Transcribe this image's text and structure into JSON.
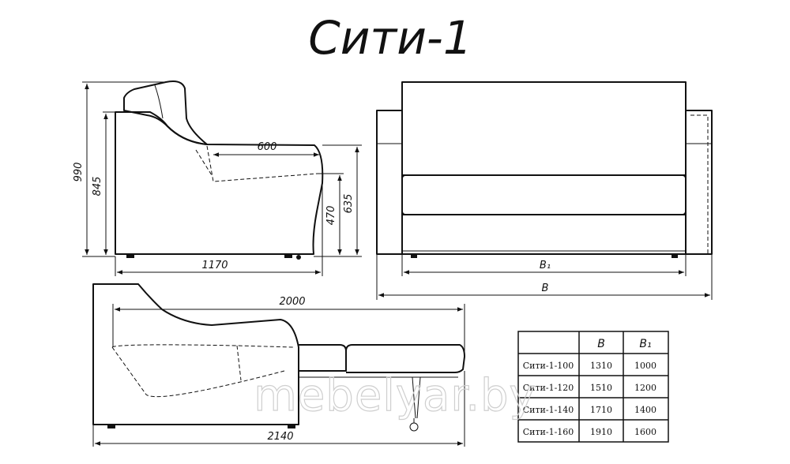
{
  "title": "Сити-1",
  "watermark": "mebelyar.by",
  "dimensions": {
    "side_height_total": "990",
    "side_height_back": "845",
    "seat_depth": "600",
    "seat_height": "470",
    "arm_height": "635",
    "side_depth": "1170",
    "front_inner_width": "B₁",
    "front_total_width": "B",
    "bed_length": "2000",
    "total_length_unfolded": "2140"
  },
  "table": {
    "headers": [
      "",
      "B",
      "B₁"
    ],
    "rows": [
      [
        "Сити-1-100",
        "1310",
        "1000"
      ],
      [
        "Сити-1-120",
        "1510",
        "1200"
      ],
      [
        "Сити-1-140",
        "1710",
        "1400"
      ],
      [
        "Сити-1-160",
        "1910",
        "1600"
      ]
    ]
  }
}
